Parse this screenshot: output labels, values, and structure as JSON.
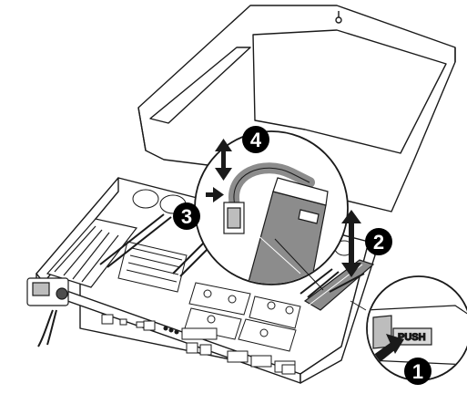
{
  "figure": {
    "steps": [
      {
        "number": "1"
      },
      {
        "number": "2"
      },
      {
        "number": "3"
      },
      {
        "number": "4"
      }
    ],
    "callout_label": "PUSH"
  },
  "colors": {
    "line": "#1a1a1a",
    "chassis_fill": "#ffffff",
    "shadow_gray": "#bdbdbd",
    "dark_gray": "#4d4d4d",
    "badge_fill": "#000000",
    "badge_text": "#ffffff"
  }
}
